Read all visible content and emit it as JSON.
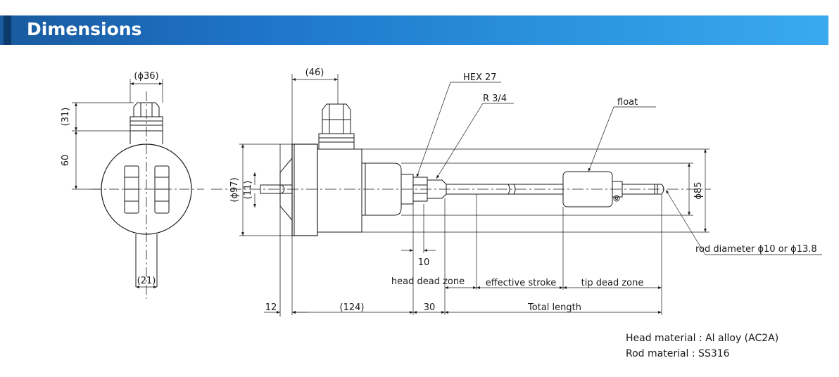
{
  "header": {
    "title": "Dimensions"
  },
  "labels": {
    "d36": "(ϕ36)",
    "d31": "(31)",
    "d60": "60",
    "d21": "(21)",
    "d46": "(46)",
    "d97": "(ϕ97)",
    "d11": "(11)",
    "hex": "HEX 27",
    "thread": "R 3/4",
    "float": "float",
    "d85": "ϕ85",
    "rod": "rod diameter ϕ10 or ϕ13.8",
    "d10": "10",
    "head_dead": "head dead zone",
    "effective": "effective stroke",
    "tip_dead": "tip dead zone",
    "d12": "12",
    "d124": "(124)",
    "d30": "30",
    "total": "Total length"
  },
  "notes": {
    "head_material": "Head material : Al alloy (AC2A)",
    "rod_material": "Rod material : SS316"
  }
}
